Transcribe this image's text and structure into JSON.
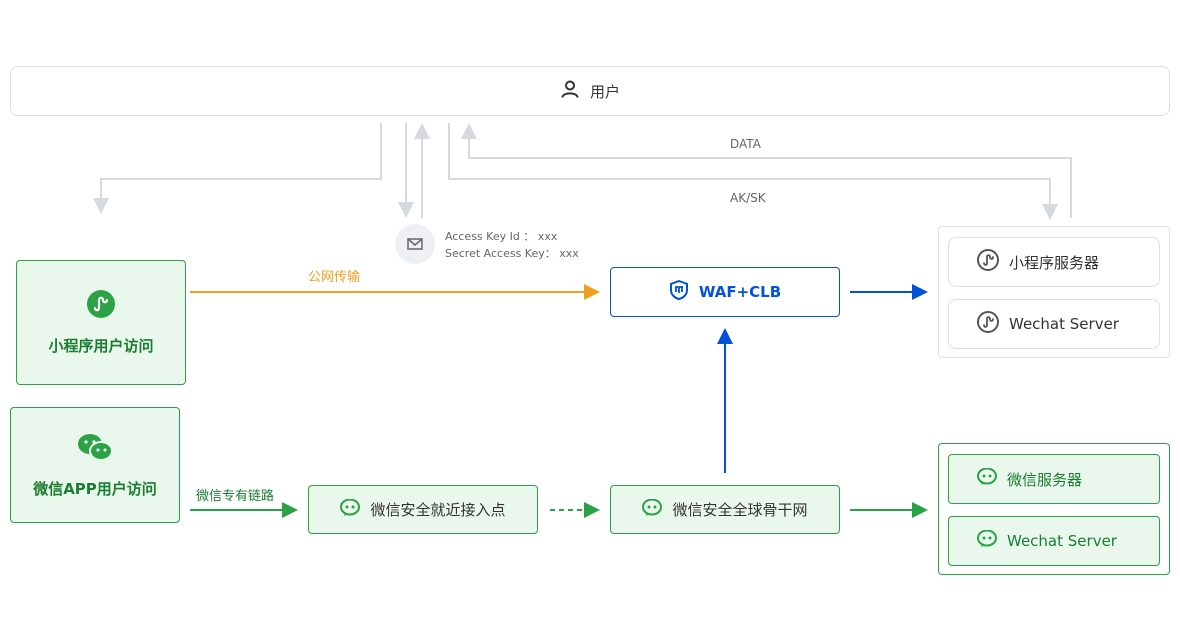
{
  "user": {
    "label": "用户",
    "icon": "user-icon"
  },
  "top_labels": {
    "data": "DATA",
    "ak_sk": "AK/SK"
  },
  "credentials": {
    "line1": "Access Key Id ： xxx",
    "line2": "Secret Access Key： xxx",
    "icon": "mail-icon"
  },
  "sources": {
    "miniprogram": {
      "label": "小程序用户访问",
      "icon": "miniprogram-icon"
    },
    "wechat_app": {
      "label": "微信APP用户访问",
      "icon": "wechat-icon"
    }
  },
  "edges": {
    "public": "公网传输",
    "private": "微信专有链路"
  },
  "nodes": {
    "waf": {
      "label": "WAF+CLB",
      "icon": "shield-icon"
    },
    "access_point": {
      "label": "微信安全就近接入点",
      "icon": "wechat-bubble-icon"
    },
    "backbone": {
      "label": "微信安全全球骨干网",
      "icon": "wechat-bubble-icon"
    }
  },
  "servers_top": [
    {
      "label": "小程序服务器",
      "icon": "miniprogram-icon"
    },
    {
      "label": "Wechat Server",
      "icon": "miniprogram-icon"
    }
  ],
  "servers_bottom": [
    {
      "label": "微信服务器",
      "icon": "wechat-bubble-icon"
    },
    {
      "label": "Wechat Server",
      "icon": "wechat-bubble-icon"
    }
  ],
  "colors": {
    "green": "#2ba245",
    "blue": "#0052d9",
    "orange": "#f0a020",
    "gray": "#d6d9dd"
  }
}
